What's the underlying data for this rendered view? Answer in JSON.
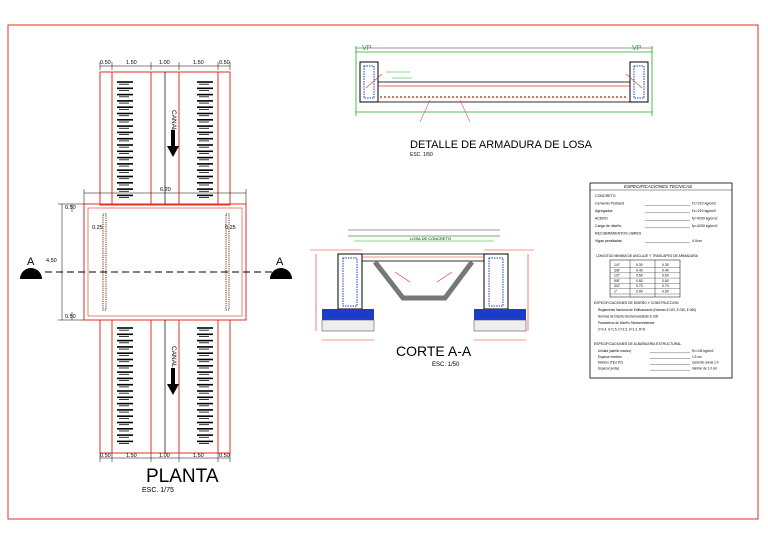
{
  "plan": {
    "title": "PLANTA",
    "scale": "ESC. 1/75",
    "section_marker": "A",
    "canal_label": "CANAL",
    "top_dims": [
      "0.50",
      "1.50",
      "1.00",
      "1.50",
      "0.50"
    ],
    "bottom_dims": [
      "0.50",
      "1.50",
      "1.00",
      "1.50",
      "0.50"
    ],
    "width_dim": "6.20",
    "height_dim": "4.50",
    "side_dim_top": "0.50",
    "side_dim_bottom": "0.50",
    "edge_dim_left": "0.25",
    "edge_dim_right": "0.25"
  },
  "slab_detail": {
    "title": "DETALLE DE ARMADURA DE LOSA",
    "scale": "ESC. 1/50",
    "beam_tag_left": "VP",
    "beam_tag_right": "VP"
  },
  "section": {
    "title": "CORTE A-A",
    "scale": "ESC. 1/50",
    "slab_label": "LOSA DE CONCRETO"
  },
  "specs": {
    "title": "ESPECIFICACIONES TECNICAS",
    "rows": [
      {
        "label": "CONCRETO",
        "value": ""
      },
      {
        "label": "Cemento Portland",
        "value": "f'c=210 kg/cm2"
      },
      {
        "label": "Agregados",
        "value": "f'c=210 kg/cm2"
      },
      {
        "label": "ACERO",
        "value": "fy=4200 kg/cm2"
      },
      {
        "label": "Carga de diseño",
        "value": "fy=4200 kg/cm2"
      },
      {
        "label": "RECUBRIMIENTOS LIBRES",
        "value": ""
      },
      {
        "label": "Vigas peraltadas",
        "value": "4.0cm"
      }
    ],
    "table_title": "LONGITUD MINIMA DE ANCLAJE Y TRASLAPES DE ARMADURA",
    "table_rows": [
      [
        "1/4\"",
        "0.30",
        "0.30"
      ],
      [
        "3/8\"",
        "0.40",
        "0.40"
      ],
      [
        "1/2\"",
        "0.50",
        "0.50"
      ],
      [
        "5/8\"",
        "0.60",
        "0.60"
      ],
      [
        "3/4\"",
        "0.70",
        "0.70"
      ],
      [
        "1\"",
        "0.90",
        "0.90"
      ]
    ],
    "notes_title": "ESPECIFICACIONES DE DISEÑO Y CONSTRUCCION",
    "note_lines": [
      "Reglamento Nacional de Edificaciones (Normas E.020, E.030, E.060)",
      "Normas de Diseño Sismorresistente E.030",
      "Parametros de Diseño Sismorresistente",
      "Z=0.4, U=1.5, C=2.5, S=1.2, R=8"
    ],
    "footer_title": "ESPECIFICACIONES DE ALBAÑILERIA ESTRUCTURAL",
    "footer_rows": [
      {
        "label": "Unidad (ladrillo macizo)",
        "value": "f'b=145 kg/cm2"
      },
      {
        "label": "Espesor mortero",
        "value": "1.5 cm"
      },
      {
        "label": "Mortero (Tipo P2)",
        "value": "cemento arena 1:4"
      },
      {
        "label": "Espesor juntas",
        "value": "minimo de 1.0 cm"
      }
    ]
  }
}
